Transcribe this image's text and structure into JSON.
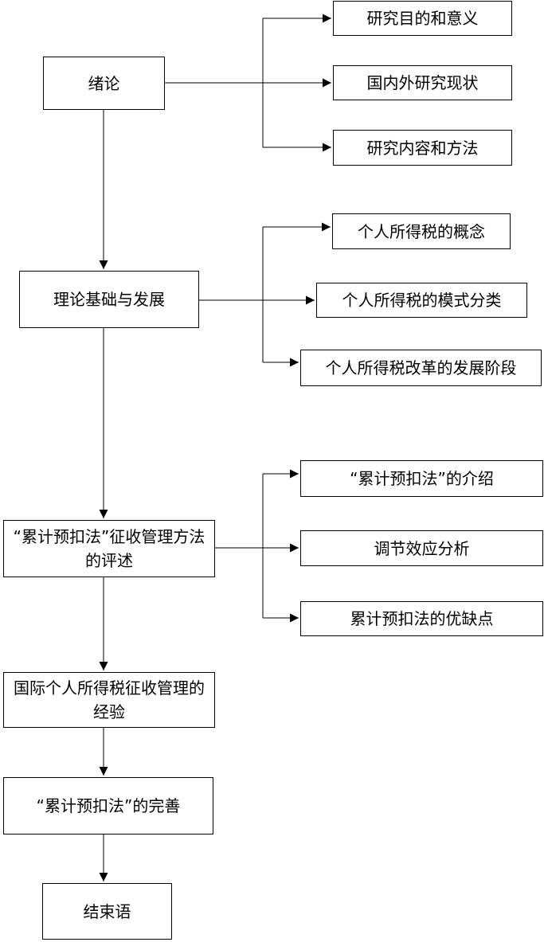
{
  "main_flow": {
    "intro": "绪论",
    "theory": "理论基础与发展",
    "review": "“累计预扣法”征收管理方法的评述",
    "intl": "国际个人所得税征收管理的经验",
    "improve": "“累计预扣法”的完善",
    "conclusion": "结束语"
  },
  "branches": {
    "intro": [
      "研究目的和意义",
      "国内外研究现状",
      "研究内容和方法"
    ],
    "theory": [
      "个人所得税的概念",
      "个人所得税的模式分类",
      "个人所得税改革的发展阶段"
    ],
    "review": [
      "“累计预扣法”的介绍",
      "调节效应分析",
      "累计预扣法的优缺点"
    ]
  }
}
